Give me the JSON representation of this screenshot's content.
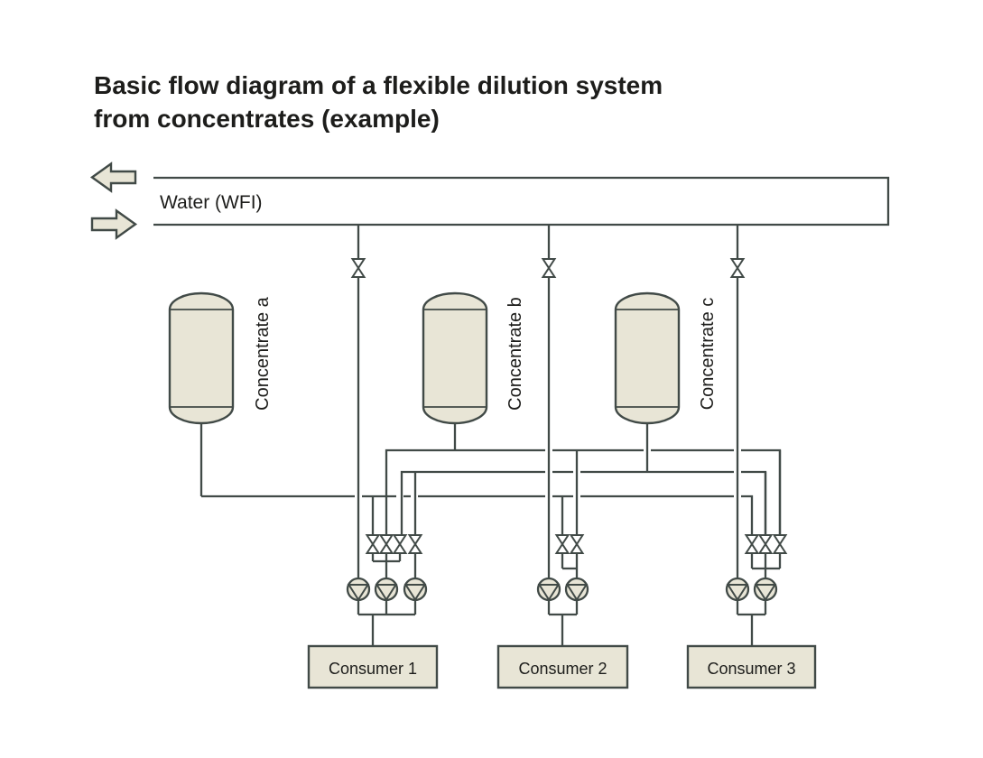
{
  "title": {
    "line1": "Basic flow diagram of a flexible dilution system",
    "line2": "from concentrates (example)"
  },
  "water_pipe": {
    "label": "Water (WFI)"
  },
  "flow_arrows": {
    "left": "flow-out-arrow",
    "right": "flow-in-arrow"
  },
  "tanks": [
    {
      "label": "Concentrate a"
    },
    {
      "label": "Concentrate b"
    },
    {
      "label": "Concentrate c"
    }
  ],
  "consumers": [
    {
      "label": "Consumer 1"
    },
    {
      "label": "Consumer 2"
    },
    {
      "label": "Consumer 3"
    }
  ],
  "symbols": {
    "valve": "bowtie-valve",
    "pump": "centrifugal-pump",
    "valve_count": 12,
    "pump_count": 7
  },
  "colors": {
    "background": "#ffffff",
    "line": "#414a47",
    "beige_fill": "#e8e5d6",
    "valve_fill": "#ffffff",
    "text": "#1d1d1b"
  }
}
